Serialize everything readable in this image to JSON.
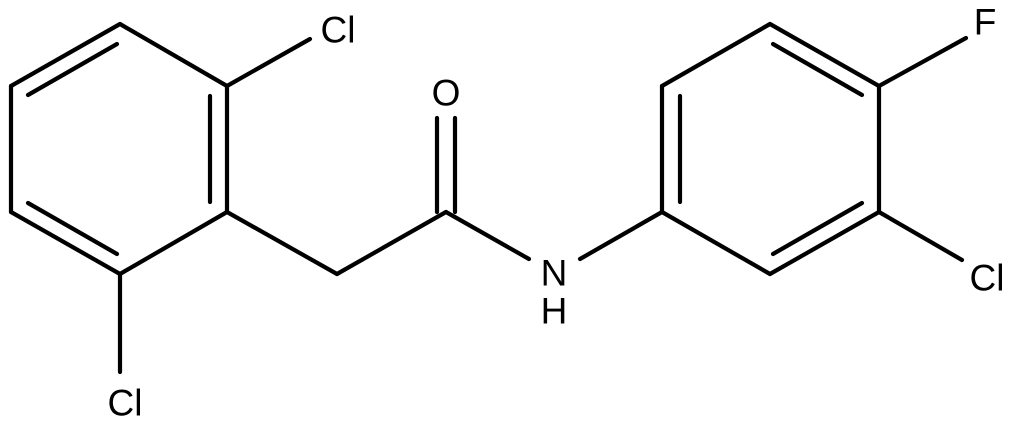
{
  "molecule": {
    "atoms": {
      "cl_top": "Cl",
      "cl_bottom": "Cl",
      "oxygen": "O",
      "nitrogen": "N",
      "hydrogen": "H",
      "fluorine": "F",
      "cl_right": "Cl"
    },
    "colors": {
      "bond": "#000000",
      "label": "#000000",
      "background": "#ffffff"
    }
  }
}
